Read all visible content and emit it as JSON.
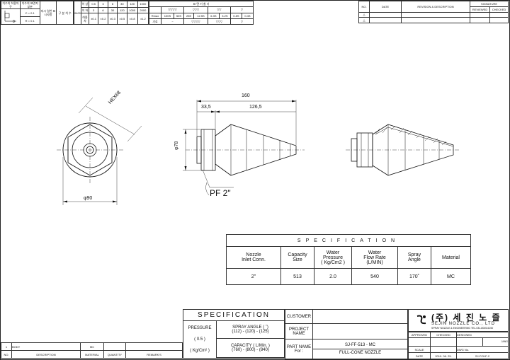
{
  "tolerance_table": {
    "headers": [
      "치수의 허용차구",
      "치수의 표면지부분",
      "지시 일반 표시사항",
      "구 분 치 수"
    ],
    "sub_labels": [
      "치수의 일반\n표시사항",
      "C = 0.1",
      "R = 0.1"
    ],
    "dims_from": [
      "0.5",
      "3",
      "6",
      "30",
      "120",
      "1000"
    ],
    "dims_to": [
      "3",
      "6",
      "30",
      "120",
      "1000",
      "2000"
    ],
    "tol": [
      "±0.1",
      "±0.2",
      "±0.3",
      "±0.5",
      "±0.8",
      "±1.2"
    ],
    "row_labels": [
      "이 상",
      "이 하",
      "허용차"
    ],
    "code": "0400",
    "zero_label": "0"
  },
  "surface_table": {
    "header": "표 면 거 칠 기",
    "symbols": [
      "▽▽▽▽",
      "▽▽▽",
      "▽▽",
      "▽",
      "~"
    ],
    "rmax_label": "Rmax",
    "rmax": [
      "100S",
      "50S",
      "25S",
      "12.5S",
      "6.3S",
      "3.2S",
      "0.8S",
      "0.4S"
    ],
    "symbol_label": "기호"
  },
  "revision_table": {
    "signature": "SIGNATURE",
    "no": "NO.",
    "date": "DATE",
    "revision": "REVISION & DESCRIPTION",
    "reviewed": "REVIEWED",
    "checked": "CHECKED",
    "marks": [
      "△",
      "△",
      "△"
    ]
  },
  "dimensions": {
    "hex": "HEX68",
    "dia_base": "φ90",
    "length_total": "160",
    "length_a": "33,5",
    "length_b": "126,5",
    "dia_body": "φ78",
    "thread": "PF 2\""
  },
  "spec_table": {
    "title": "SPECIFICATION",
    "headers": [
      "Nozzle\nInlet Conn.",
      "Capacity\nSize",
      "Water\nPressure\n( Kg/Cm2 )",
      "Water\nFlow Rate\n(L/MIN)",
      "Spray\nAngle",
      "Material"
    ],
    "values": [
      "2\"",
      "513",
      "2.0",
      "540",
      "170˚",
      "MC"
    ]
  },
  "parts_list": {
    "row": [
      "1",
      "BODY",
      "",
      "MC",
      "",
      ""
    ],
    "headers": [
      "NO.",
      "DESCRIPTION",
      "MATERIAL",
      "QUANTITY",
      "REMARK'S"
    ]
  },
  "title_block": {
    "spec_title": "SPECIFICATION",
    "pressure_label": "PRESSURE",
    "pressure_value": "( 0.5 )",
    "pressure_unit": "( Kg/Cm² )",
    "angle_label": "SPRAY ANGLE (  ˚)",
    "angle_values": "(112) - (120) - (125)",
    "capacity_label": "CAPACITY ( L/Min. )",
    "capacity_values": "(760) - (800) - (840)",
    "customer_label": "CUSTOMER",
    "project_label": "PROJECT\nNAME",
    "part_label": "PART NAME",
    "for_label": "For :",
    "part_no": "SJ-FF-513 - MC",
    "part_desc": "FULL-CONE NOZZLE",
    "company_kr": "(주) 세 진 노 즐",
    "company_en": "SEJIN NOZZLE CO., LTD",
    "company_sub": "SPRAY NOZZLE & ENGINEERING  TEL.031-8045-6150",
    "approved": "APPROVED",
    "checked": "CHECKED",
    "designed": "DESIGNED",
    "designer": "JANG",
    "scale_label": "SCALE",
    "dwg_label": "DWG No.",
    "date_label": "DATE",
    "date_value": "2019. 06. 25.",
    "dwg_no": "SJ-FCHF-2"
  }
}
